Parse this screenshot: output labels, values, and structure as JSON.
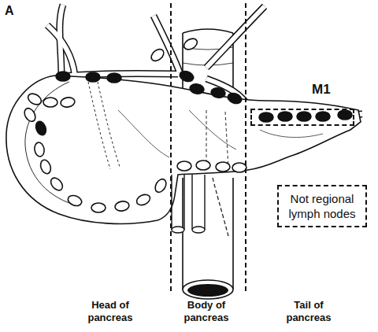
{
  "diagram": {
    "nodes": [
      {
        "text": [
          "M1"
        ]
      },
      {
        "text": [
          "Not regional lymph nodes"
        ]
      }
    ],
    "labels": [
      "A",
      "Head of pancreas",
      "Body of pancreas",
      "Tail of pancreas"
    ]
  }
}
